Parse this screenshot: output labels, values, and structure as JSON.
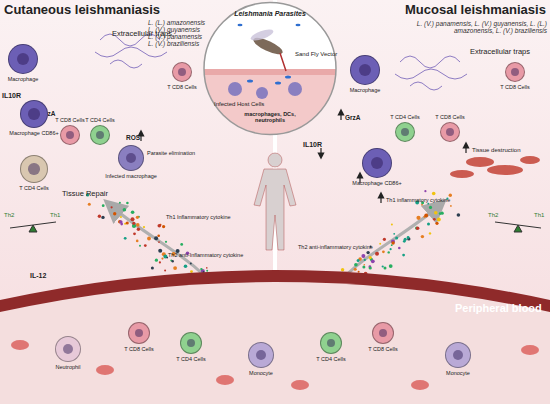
{
  "diagram": {
    "nodes": [
      {
        "text": [
          "Leishmania Parasites",
          "Sand Fly Vector",
          "Infected Host Cells",
          "macrophages, DCs, neutrophils"
        ]
      },
      {
        "text": [
          "Macrophage"
        ]
      },
      {
        "text": [
          "T CD8 Cells"
        ]
      },
      {
        "text": [
          "Macrophage CD86+"
        ]
      },
      {
        "text": [
          "T CD8 Cells"
        ]
      },
      {
        "text": [
          "T CD4 Cells"
        ]
      },
      {
        "text": [
          "Infected macrophage"
        ]
      },
      {
        "text": [
          "T CD4 Cells"
        ]
      },
      {
        "text": [
          "Macrophage"
        ]
      },
      {
        "text": [
          "T CD8 Cells"
        ]
      },
      {
        "text": [
          "T CD4 Cells"
        ]
      },
      {
        "text": [
          "T CD8 Cells"
        ]
      },
      {
        "text": [
          "Macrophage CD86+"
        ]
      },
      {
        "text": [
          "Neutrophil"
        ]
      },
      {
        "text": [
          "T CD8 Cells"
        ]
      },
      {
        "text": [
          "T CD4 Cells"
        ]
      },
      {
        "text": [
          "Monocyte"
        ]
      },
      {
        "text": [
          "T CD4 Cells"
        ]
      },
      {
        "text": [
          "T CD8 Cells"
        ]
      },
      {
        "text": [
          "Monocyte"
        ]
      }
    ],
    "labels": [
      "Cutaneous leishmaniasis",
      "Mucosal leishmaniasis",
      "L. (L.) amazonensis",
      "L. (V.) guyanensis",
      "L. (V.) panamensis",
      "L. (V.) braziliensis",
      "L. (V.) panamensis, L. (V.) guyanensis, L. (L.) amazonensis, L. (V.) braziliensis",
      "Extracellular traps",
      "Extracellular traps",
      "IL10R",
      "GrzA",
      "ROS",
      "Parasite elimination",
      "Tissue Repair",
      "Th1 Inflammatory cytokine",
      "Th2 anti-Inflammatory cytokine",
      "IL-12",
      "Th2",
      "Th1",
      "GrzA",
      "Tissue destruction",
      "IL10R",
      "Th1 inflammatory cytokine",
      "Th2 anti-inflammatory cytokine",
      "Th2",
      "Th1",
      "Peripheral blood"
    ]
  }
}
